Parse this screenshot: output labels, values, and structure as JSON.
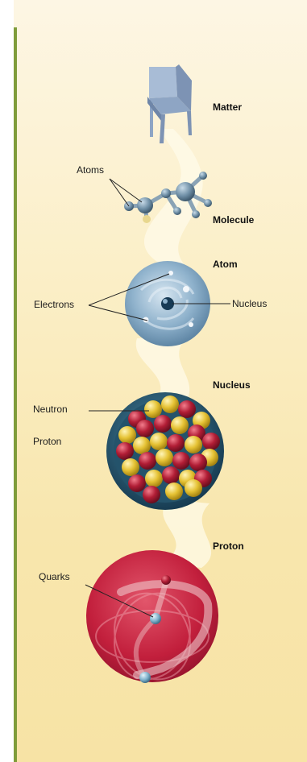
{
  "titles": {
    "matter": "Matter",
    "molecule": "Molecule",
    "atom": "Atom",
    "nucleus": "Nucleus",
    "proton": "Proton"
  },
  "labels": {
    "atoms": "Atoms",
    "electrons": "Electrons",
    "nucleus": "Nucleus",
    "neutron": "Neutron",
    "proton": "Proton",
    "quarks": "Quarks"
  },
  "colors": {
    "background": "#fbefc8",
    "side_bar": "#7f9c3a",
    "chair": "#9fb4cf",
    "molecule_atom": "#6f8fa6",
    "atom_cloud": "#9fc0d8",
    "nucleus_shell": "#2e5f78",
    "neutron": "#e5c234",
    "proton_ball": "#b11d35",
    "proton_sphere": "#c21f3c",
    "quark": "#7fb2cc"
  }
}
